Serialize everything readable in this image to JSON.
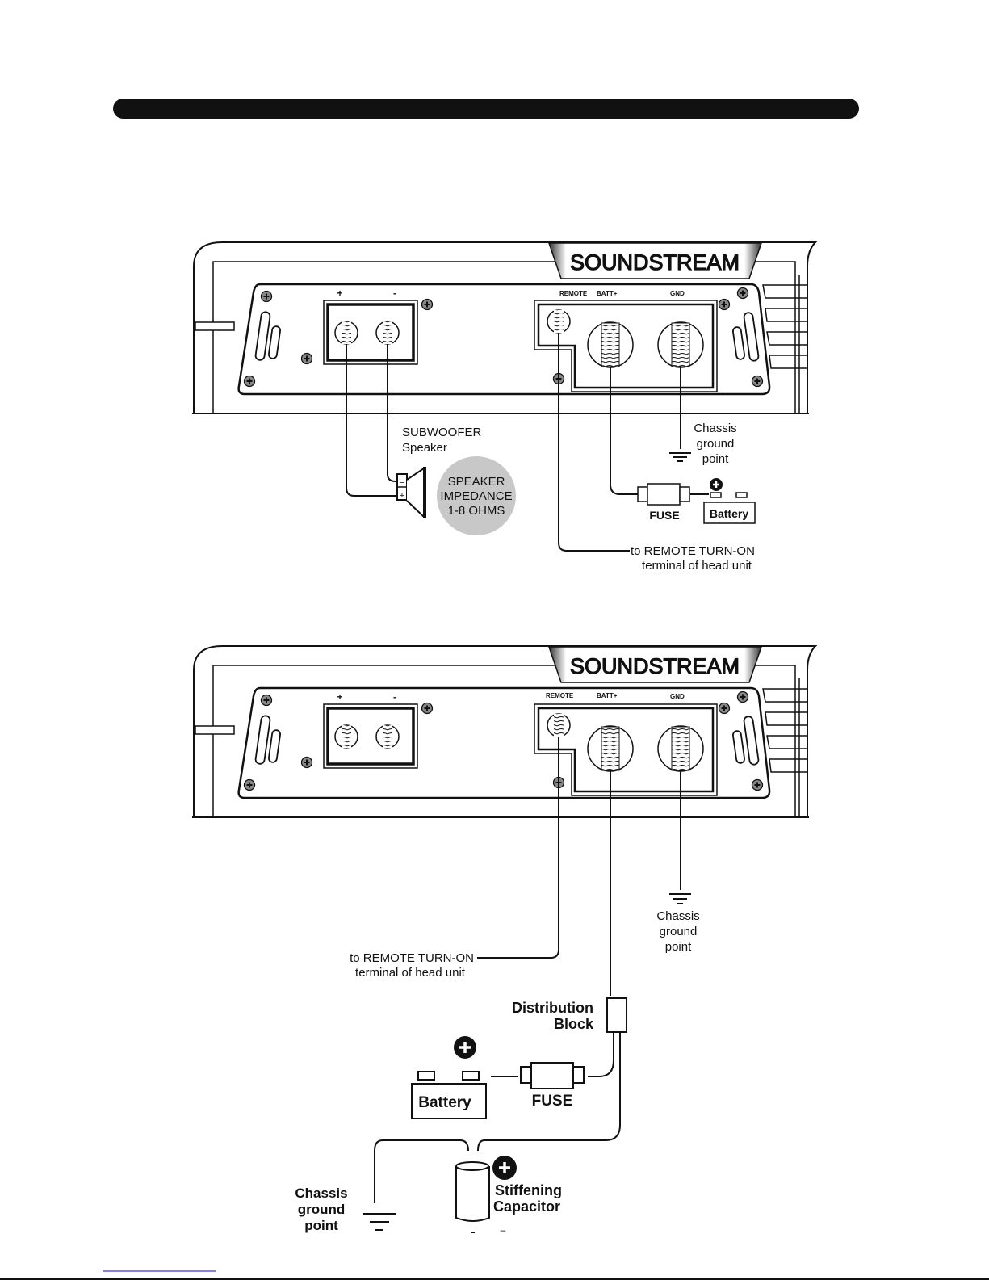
{
  "brand": "SOUNDSTREAM",
  "colors": {
    "ink": "#111111",
    "impedance_badge": "#c8c8c8",
    "link_underline": "#0000cc"
  },
  "diagram1": {
    "speaker_terminals": {
      "plus": "+",
      "minus": "-"
    },
    "power_terminals": {
      "remote": "REMOTE",
      "batt": "BATT+",
      "gnd": "GND"
    },
    "subwoofer_label": [
      "SUBWOOFER",
      "Speaker"
    ],
    "impedance_badge": [
      "SPEAKER",
      "IMPEDANCE",
      "1-8 OHMS"
    ],
    "chassis_label": [
      "Chassis",
      "ground",
      "point"
    ],
    "fuse_label": "FUSE",
    "battery_label": "Battery",
    "remote_label": [
      "to REMOTE TURN-ON",
      "terminal of head unit"
    ],
    "speaker_polarity": {
      "minus": "−",
      "plus": "+"
    }
  },
  "diagram2": {
    "speaker_terminals": {
      "plus": "+",
      "minus": "-"
    },
    "power_terminals": {
      "remote": "REMOTE",
      "batt": "BATT+",
      "gnd": "GND"
    },
    "chassis_label": [
      "Chassis",
      "ground",
      "point"
    ],
    "remote_label": [
      "to REMOTE TURN-ON",
      "terminal of head unit"
    ],
    "distribution_label": [
      "Distribution",
      "Block"
    ],
    "battery_label": "Battery",
    "fuse_label": "FUSE",
    "chassis_label_2": [
      "Chassis",
      "ground",
      "point"
    ],
    "capacitor_label": [
      "Stiffening",
      "Capacitor"
    ],
    "capacitor_minus": [
      "-",
      "–"
    ]
  }
}
